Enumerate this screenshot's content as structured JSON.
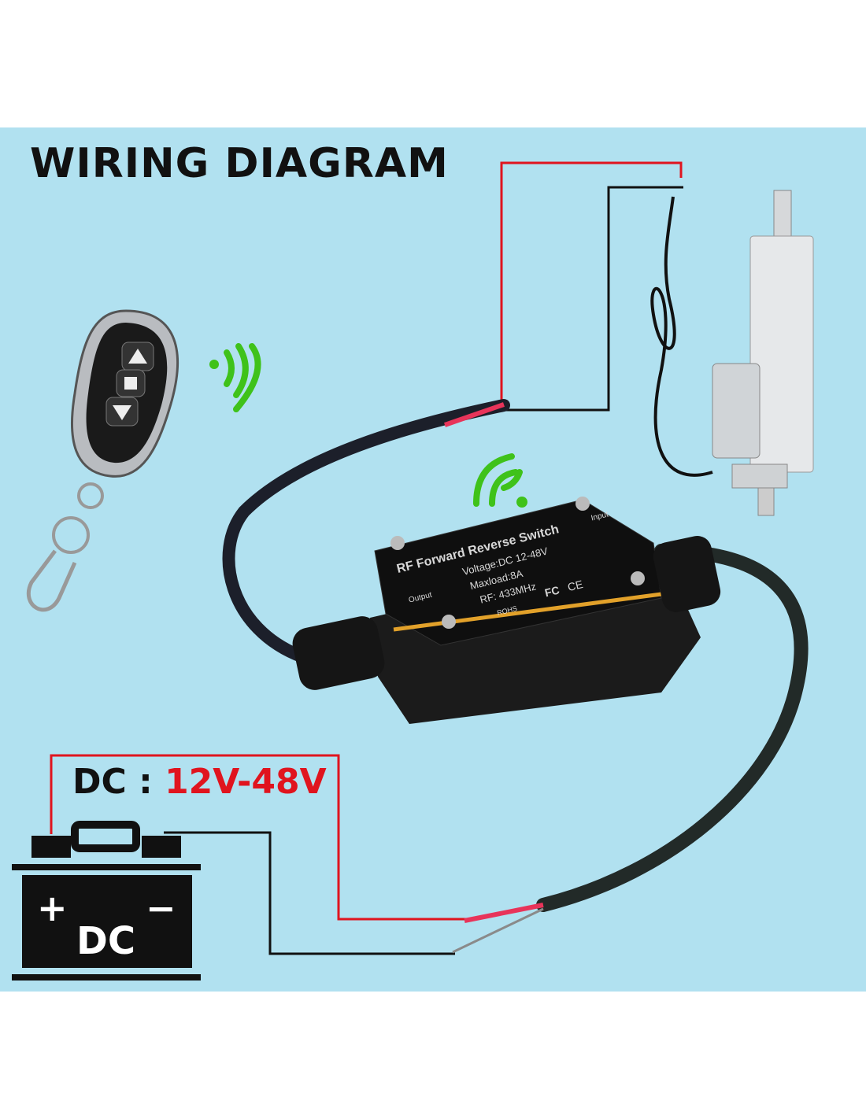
{
  "title": "WIRING DIAGRAM",
  "supply": {
    "label": "DC :",
    "range": "12V-48V"
  },
  "battery": {
    "plus": "+",
    "minus": "−",
    "label": "DC"
  },
  "switch_box": {
    "name": "RF Forward Reverse Switch",
    "voltage": "Voltage:DC 12-48V",
    "maxload": "Maxload:8A",
    "rf": "RF: 433MHz",
    "output": "Output",
    "input": "Input",
    "rohs": "ROHS",
    "fc": "FC",
    "ce": "CE"
  },
  "colors": {
    "background": "#b1e1f0",
    "red_wire": "#e0141e",
    "black_wire": "#111111",
    "signal": "#3fc21a"
  }
}
